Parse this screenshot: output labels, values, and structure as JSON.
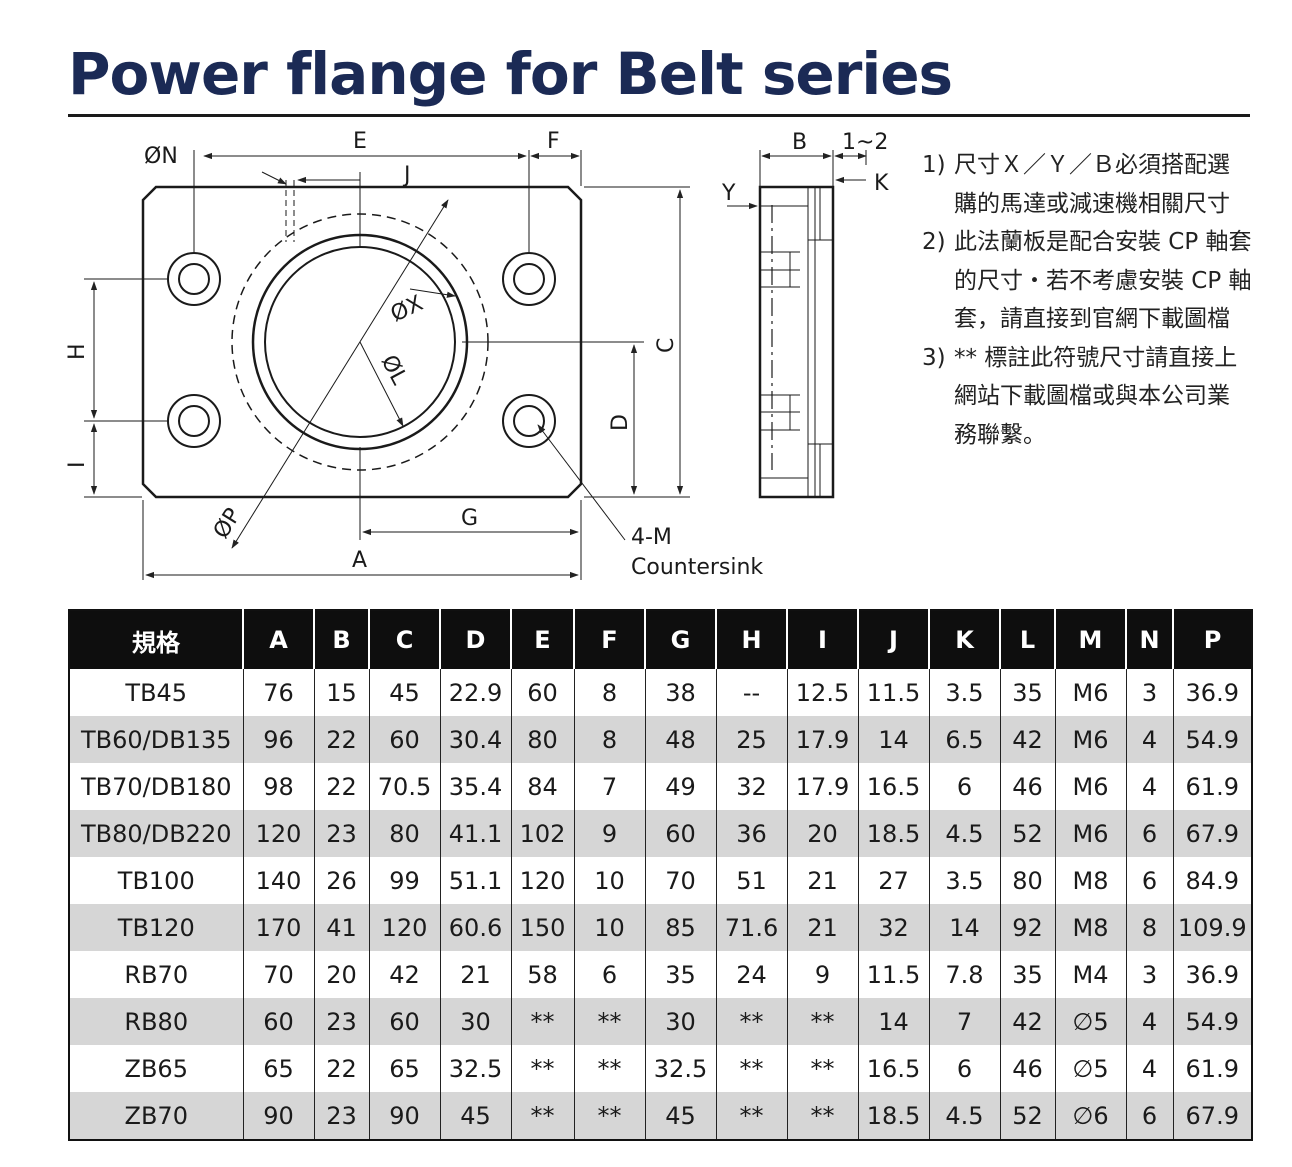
{
  "title": "Power flange for Belt series",
  "drawing": {
    "front_labels": {
      "N": "ØN",
      "E": "E",
      "F": "F",
      "J": "J",
      "X": "ØX",
      "L": "ØL",
      "P": "ØP",
      "H": "H",
      "I": "I",
      "G": "G",
      "A": "A",
      "C": "C",
      "D": "D",
      "M_line1": "4-M",
      "M_line2": "Countersink"
    },
    "side_labels": {
      "B": "B",
      "one_two": "1~2",
      "Y": "Y",
      "K": "K"
    }
  },
  "notes": [
    {
      "num": "1)",
      "text": "尺寸Ｘ／Ｙ／Ｂ必須搭配選購的馬達或減速機相關尺寸"
    },
    {
      "num": "2)",
      "text": "此法蘭板是配合安裝 CP 軸套的尺寸・若不考慮安裝 CP 軸套，請直接到官網下載圖檔"
    },
    {
      "num": "3)",
      "text": "** 標註此符號尺寸請直接上網站下載圖檔或與本公司業務聯繫。"
    }
  ],
  "table": {
    "headers": [
      "規格",
      "A",
      "B",
      "C",
      "D",
      "E",
      "F",
      "G",
      "H",
      "I",
      "J",
      "K",
      "L",
      "M",
      "N",
      "P"
    ],
    "rows": [
      [
        "TB45",
        "76",
        "15",
        "45",
        "22.9",
        "60",
        "8",
        "38",
        "--",
        "12.5",
        "11.5",
        "3.5",
        "35",
        "M6",
        "3",
        "36.9"
      ],
      [
        "TB60/DB135",
        "96",
        "22",
        "60",
        "30.4",
        "80",
        "8",
        "48",
        "25",
        "17.9",
        "14",
        "6.5",
        "42",
        "M6",
        "4",
        "54.9"
      ],
      [
        "TB70/DB180",
        "98",
        "22",
        "70.5",
        "35.4",
        "84",
        "7",
        "49",
        "32",
        "17.9",
        "16.5",
        "6",
        "46",
        "M6",
        "4",
        "61.9"
      ],
      [
        "TB80/DB220",
        "120",
        "23",
        "80",
        "41.1",
        "102",
        "9",
        "60",
        "36",
        "20",
        "18.5",
        "4.5",
        "52",
        "M6",
        "6",
        "67.9"
      ],
      [
        "TB100",
        "140",
        "26",
        "99",
        "51.1",
        "120",
        "10",
        "70",
        "51",
        "21",
        "27",
        "3.5",
        "80",
        "M8",
        "6",
        "84.9"
      ],
      [
        "TB120",
        "170",
        "41",
        "120",
        "60.6",
        "150",
        "10",
        "85",
        "71.6",
        "21",
        "32",
        "14",
        "92",
        "M8",
        "8",
        "109.9"
      ],
      [
        "RB70",
        "70",
        "20",
        "42",
        "21",
        "58",
        "6",
        "35",
        "24",
        "9",
        "11.5",
        "7.8",
        "35",
        "M4",
        "3",
        "36.9"
      ],
      [
        "RB80",
        "60",
        "23",
        "60",
        "30",
        "**",
        "**",
        "30",
        "**",
        "**",
        "14",
        "7",
        "42",
        "∅5",
        "4",
        "54.9"
      ],
      [
        "ZB65",
        "65",
        "22",
        "65",
        "32.5",
        "**",
        "**",
        "32.5",
        "**",
        "**",
        "16.5",
        "6",
        "46",
        "∅5",
        "4",
        "61.9"
      ],
      [
        "ZB70",
        "90",
        "23",
        "90",
        "45",
        "**",
        "**",
        "45",
        "**",
        "**",
        "18.5",
        "4.5",
        "52",
        "∅6",
        "6",
        "67.9"
      ]
    ]
  }
}
